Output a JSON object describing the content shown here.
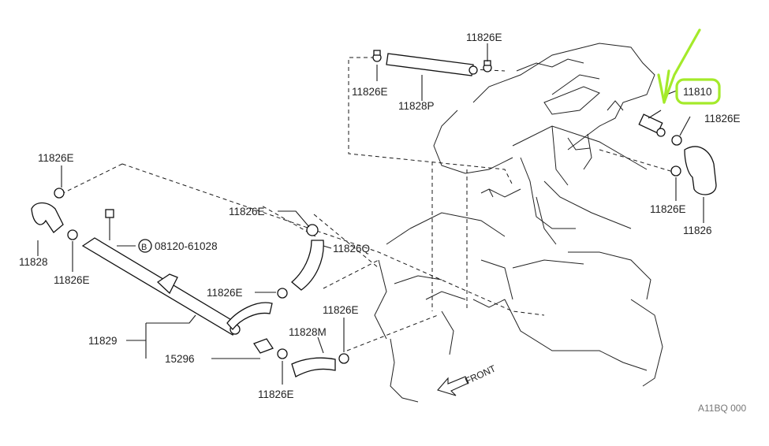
{
  "labels": {
    "clamp_top": "11826E",
    "clamp_upper_left": "11826E",
    "hose_upper": "11828P",
    "sensor": "11810",
    "clamp_right_a": "11826E",
    "clamp_right_b": "11826E",
    "hose_right": "11826",
    "clamp_far_left": "11826E",
    "hose_left": "11828",
    "clamp_left_b": "11826E",
    "bolt": "08120-61028",
    "bolt_prefix": "B",
    "clamp_mid": "11826E",
    "hose_mid": "11826Q",
    "clamp_mid_b": "11826E",
    "clamp_bottom_right": "11826E",
    "hose_bottom": "11828M",
    "pipe": "11829",
    "sensor_small": "15296",
    "clamp_bottom": "11826E",
    "front": "FRONT",
    "corner_code": "A11BQ 000"
  },
  "colors": {
    "highlight": "#a4ea2a",
    "line": "#1a1a1a"
  }
}
